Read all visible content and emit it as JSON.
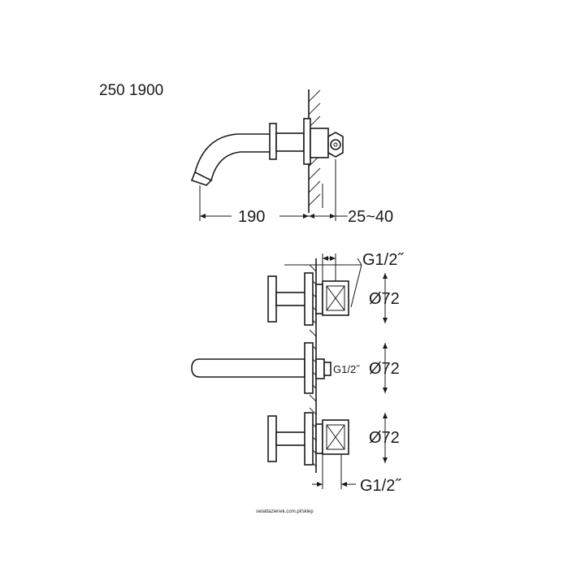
{
  "model_number": "250 1900",
  "side_view": {
    "dim_spout_length": "190",
    "dim_wall_range": "25~40"
  },
  "front_view": {
    "top_thread": "G1/2˝",
    "top_diameter": "Ø72",
    "middle_thread": "G1/2˝",
    "middle_diameter": "Ø72",
    "bottom_diameter": "Ø72",
    "bottom_thread": "G1/2˝"
  },
  "watermark": "swiatlazienek.com.pl/sklep"
}
